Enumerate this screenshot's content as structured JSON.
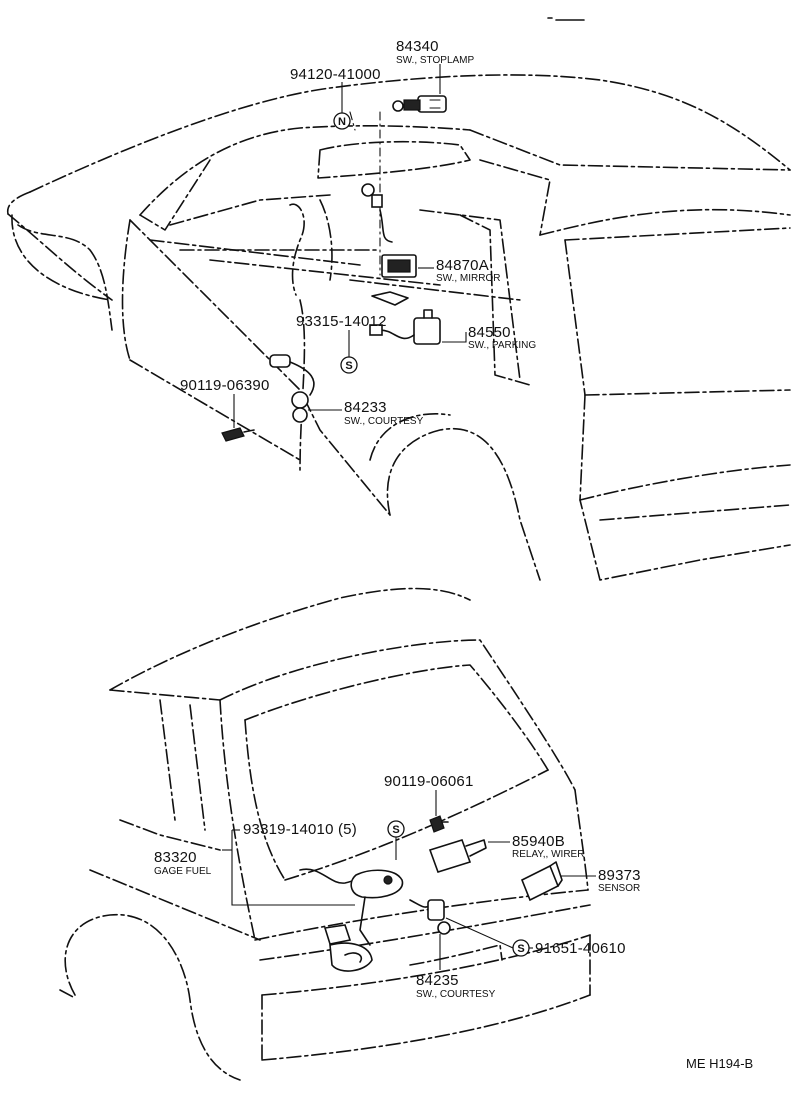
{
  "diagram_ref": "ME H194-B",
  "top_view": {
    "parts": [
      {
        "number": "84340",
        "description": "SW., STOPLAMP"
      },
      {
        "number": "94120-41000",
        "description": "",
        "symbol": "N"
      },
      {
        "number": "84870A",
        "description": "SW., MIRROR"
      },
      {
        "number": "93315-14012",
        "description": "",
        "symbol": "S"
      },
      {
        "number": "84550",
        "description": "SW., PARKING"
      },
      {
        "number": "90119-06390",
        "description": ""
      },
      {
        "number": "84233",
        "description": "SW., COURTESY"
      }
    ]
  },
  "rear_view": {
    "parts": [
      {
        "number": "90119-06061",
        "description": ""
      },
      {
        "number": "93319-14010 (5)",
        "description": "",
        "symbol": "S"
      },
      {
        "number": "85940B",
        "description": "RELAY,, WIRER"
      },
      {
        "number": "83320",
        "description": "GAGE FUEL"
      },
      {
        "number": "89373",
        "description": "SENSOR"
      },
      {
        "number": "91651-40610",
        "description": "",
        "symbol": "S"
      },
      {
        "number": "84235",
        "description": "SW., COURTESY"
      }
    ]
  }
}
